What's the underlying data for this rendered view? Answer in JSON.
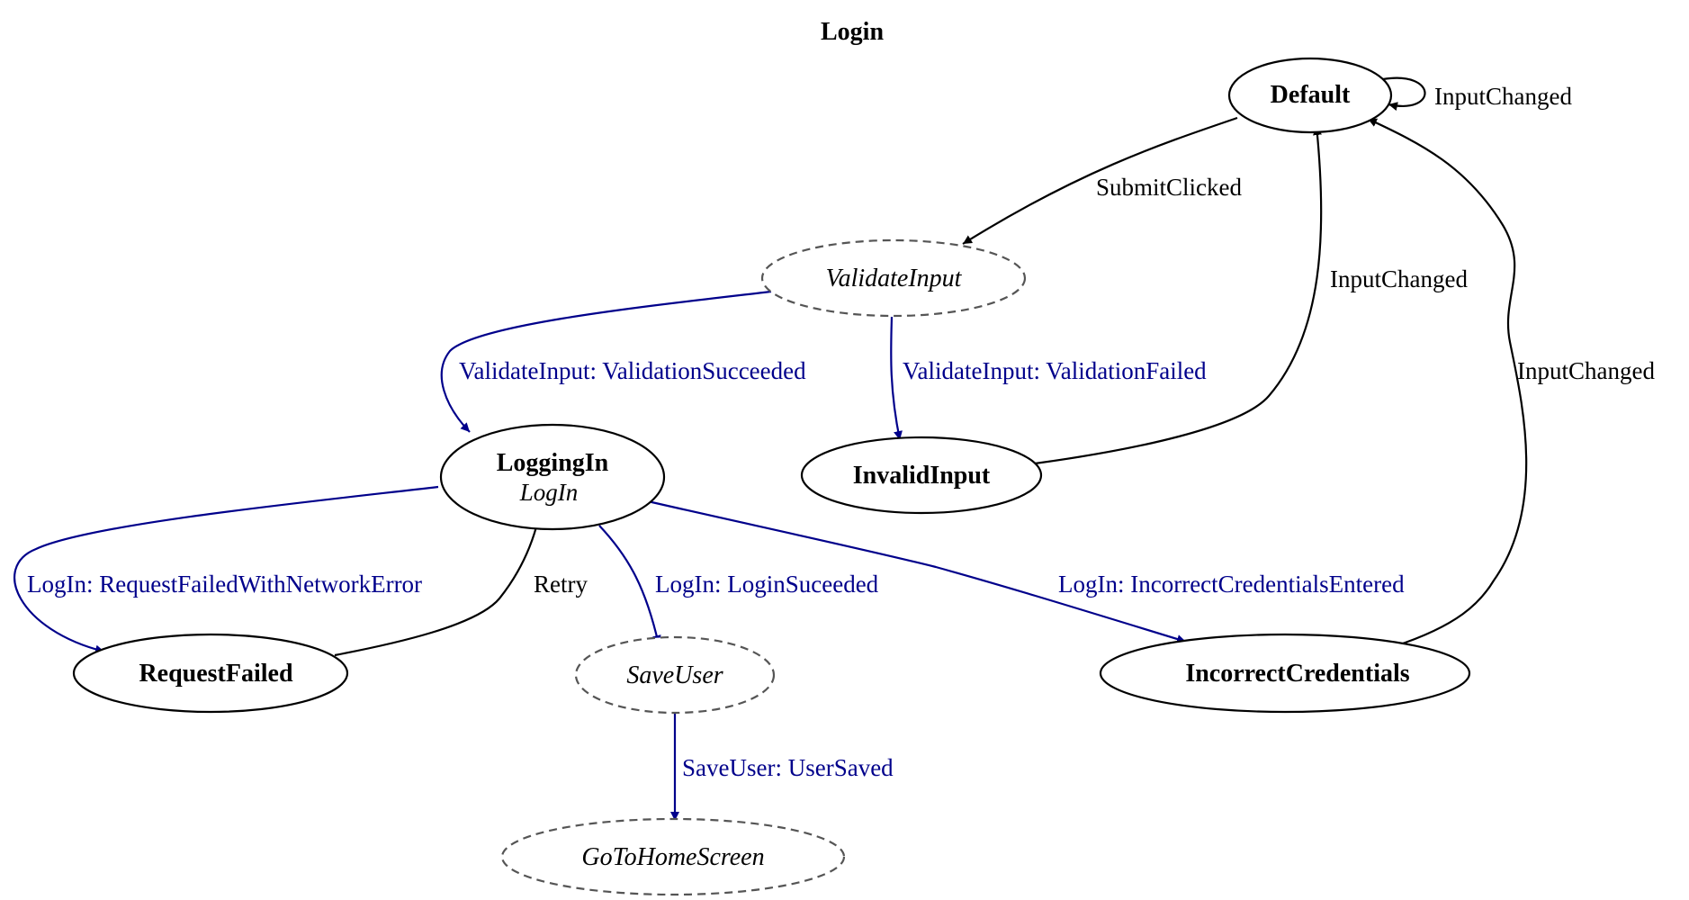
{
  "title": "Login",
  "colors": {
    "user_edge": "#000000",
    "effect_edge": "#00008b",
    "action_stroke": "#555555"
  },
  "nodes": {
    "default": {
      "label": "Default",
      "kind": "state"
    },
    "validate_input": {
      "label": "ValidateInput",
      "kind": "action"
    },
    "invalid_input": {
      "label": "InvalidInput",
      "kind": "state"
    },
    "logging_in": {
      "label": "LoggingIn",
      "sublabel": "LogIn",
      "kind": "state"
    },
    "request_failed": {
      "label": "RequestFailed",
      "kind": "state"
    },
    "save_user": {
      "label": "SaveUser",
      "kind": "action"
    },
    "incorrect_credentials": {
      "label": "IncorrectCredentials",
      "kind": "state"
    },
    "go_to_home_screen": {
      "label": "GoToHomeScreen",
      "kind": "action"
    }
  },
  "edges": {
    "default_self": {
      "label": "InputChanged",
      "kind": "user"
    },
    "default_to_validate": {
      "label": "SubmitClicked",
      "kind": "user"
    },
    "validate_to_logging_in": {
      "label": "ValidateInput: ValidationSucceeded",
      "kind": "effect"
    },
    "validate_to_invalid": {
      "label": "ValidateInput: ValidationFailed",
      "kind": "effect"
    },
    "invalid_to_default": {
      "label": "InputChanged",
      "kind": "user"
    },
    "incorrect_to_default": {
      "label": "InputChanged",
      "kind": "user"
    },
    "logging_in_to_request_failed": {
      "label": "LogIn: RequestFailedWithNetworkError",
      "kind": "effect"
    },
    "request_failed_to_logging_in": {
      "label": "Retry",
      "kind": "user"
    },
    "logging_in_to_save_user": {
      "label": "LogIn: LoginSuceeded",
      "kind": "effect"
    },
    "logging_in_to_incorrect": {
      "label": "LogIn: IncorrectCredentialsEntered",
      "kind": "effect"
    },
    "save_user_to_home": {
      "label": "SaveUser: UserSaved",
      "kind": "effect"
    }
  }
}
